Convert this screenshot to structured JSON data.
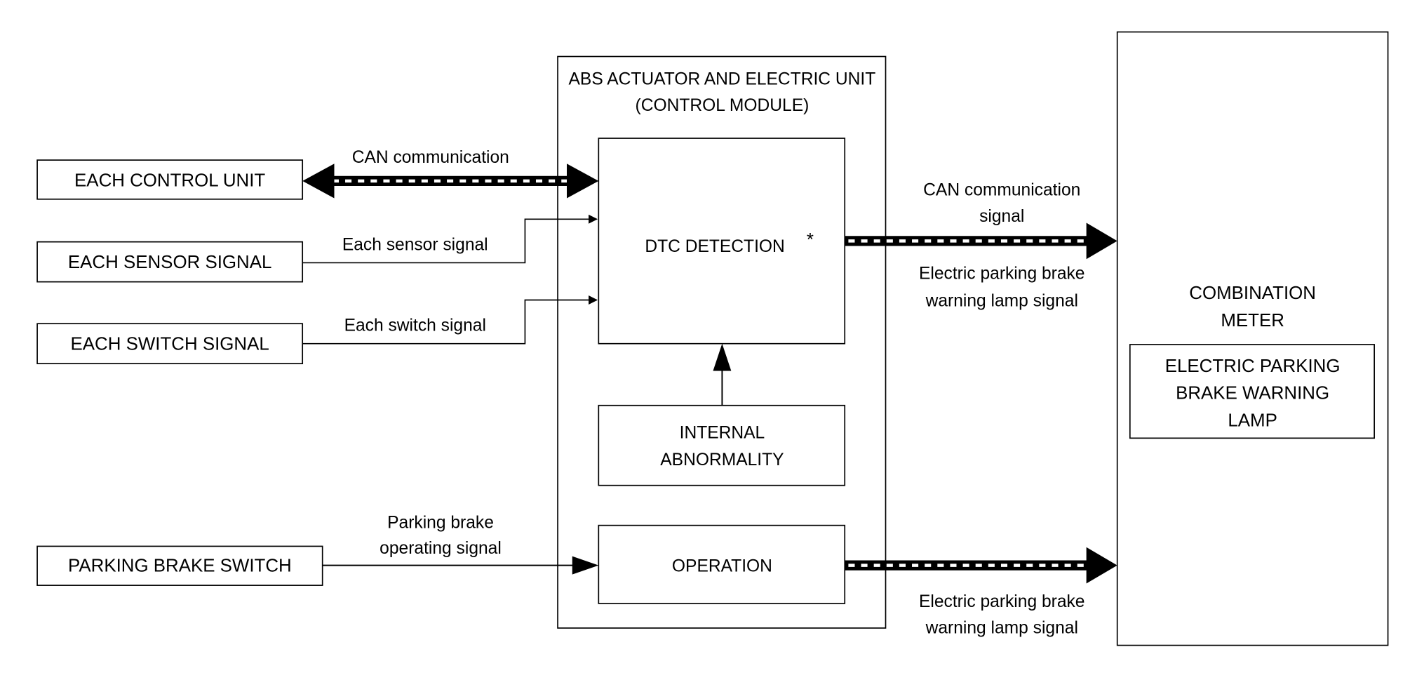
{
  "abs_unit": {
    "title_line1": "ABS ACTUATOR AND ELECTRIC UNIT",
    "title_line2": "(CONTROL MODULE)"
  },
  "blocks": {
    "dtc_detection": "DTC DETECTION",
    "dtc_footnote_mark": "*",
    "internal_abnormality_line1": "INTERNAL",
    "internal_abnormality_line2": "ABNORMALITY",
    "operation": "OPERATION"
  },
  "inputs": {
    "each_control_unit": "EACH CONTROL UNIT",
    "each_sensor_signal": "EACH SENSOR SIGNAL",
    "each_switch_signal": "EACH SWITCH SIGNAL",
    "parking_brake_switch": "PARKING BRAKE SWITCH"
  },
  "signals": {
    "can_communication": "CAN communication",
    "each_sensor": "Each sensor signal",
    "each_switch": "Each switch signal",
    "parking_line1": "Parking brake",
    "parking_line2": "operating signal",
    "can_out_line1": "CAN communication",
    "can_out_line2": "signal",
    "epb_line1": "Electric parking brake",
    "epb_line2": "warning lamp signal",
    "epb2_line1": "Electric parking brake",
    "epb2_line2": "warning lamp signal"
  },
  "combination_meter": {
    "title_line1": "COMBINATION",
    "title_line2": "METER",
    "lamp_line1": "ELECTRIC PARKING",
    "lamp_line2": "BRAKE WARNING",
    "lamp_line3": "LAMP"
  }
}
